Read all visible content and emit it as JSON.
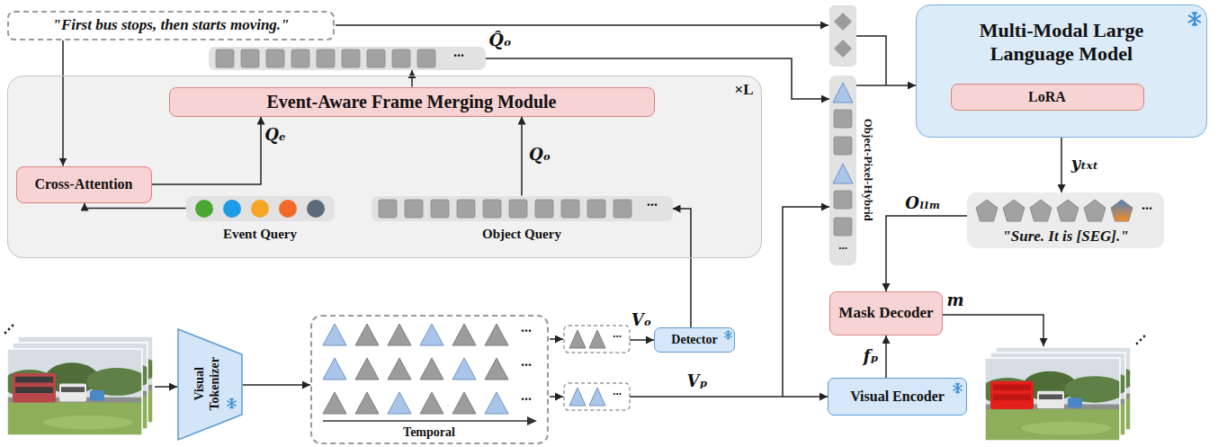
{
  "diagram": {
    "nodes": [
      {
        "text": [
          "\"First bus stops, then starts moving.\""
        ]
      },
      {
        "text": [
          "×L"
        ]
      },
      {
        "text": [
          "Event-Aware Frame Merging Module"
        ],
        "in": 1
      },
      {
        "text": [
          "Cross-Attention"
        ],
        "in": 1
      },
      {
        "text": [
          "Event Query"
        ],
        "in": 1
      },
      {
        "text": [
          "Object Query"
        ],
        "in": 1
      },
      {
        "text": [
          "Q̂ₒ"
        ]
      },
      {
        "text": [
          "Multi-Modal Large Language Model"
        ]
      },
      {
        "text": [
          "LoRA"
        ],
        "in": 7
      },
      {
        "text": [
          "Object-Pixel-Hybrid"
        ]
      },
      {
        "text": [
          "\"Sure. It is [SEG].\""
        ]
      },
      {
        "text": [
          "Mask Decoder"
        ]
      },
      {
        "text": [
          "Visual Encoder"
        ]
      },
      {
        "text": [
          "Detector"
        ]
      },
      {
        "text": [
          "Visual Tokenizer"
        ]
      },
      {
        "text": [
          "Temporal"
        ]
      }
    ],
    "edges": [
      {
        "from": 0,
        "to": 3,
        "arrow": "to"
      },
      {
        "from": 4,
        "to": 3,
        "arrow": "to"
      },
      {
        "from": 3,
        "to": 2,
        "label": "Qₑ",
        "arrow": "to"
      },
      {
        "from": 5,
        "to": 2,
        "label": "Qₒ",
        "arrow": "to"
      },
      {
        "from": 2,
        "to": 6,
        "arrow": "to"
      },
      {
        "from": 6,
        "to": 9,
        "arrow": "to"
      },
      {
        "from": 9,
        "to": 7,
        "arrow": "to"
      },
      {
        "from": 7,
        "to": 10,
        "label": "yₜₓₜ",
        "arrow": "to"
      },
      {
        "from": 10,
        "to": 11,
        "label": "Oₗₗₘ",
        "arrow": "to"
      },
      {
        "from": 12,
        "to": 11,
        "label": "fₚ",
        "arrow": "to"
      },
      {
        "from": 14,
        "to": 15,
        "arrow": "to"
      },
      {
        "from": 13,
        "to": 5,
        "arrow": "to"
      }
    ],
    "labels": [
      "Vₒ",
      "Vₚ",
      "m",
      "...",
      "...",
      "...",
      "...",
      "...",
      "...",
      "...",
      "...",
      "..."
    ]
  }
}
